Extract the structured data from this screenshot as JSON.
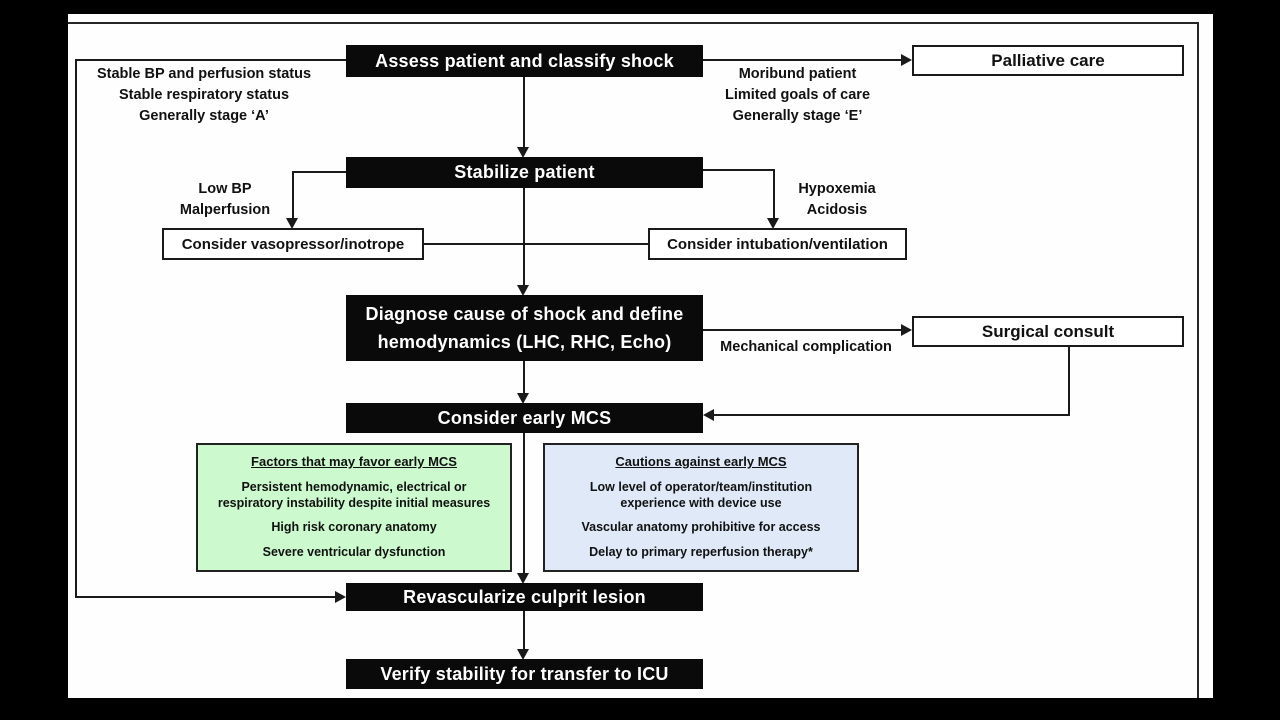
{
  "slide": {
    "colors": {
      "background": "#000000",
      "slide_bg": "#fefefe",
      "node_bg": "#0a0a0a",
      "node_text": "#ffffff",
      "line": "#1a1a1a",
      "favor_panel_bg": "#ccf9cd",
      "caution_panel_bg": "#dfe9f7"
    }
  },
  "nodes": {
    "assess": "Assess patient and classify shock",
    "palliative": "Palliative care",
    "stabilize": "Stabilize patient",
    "vasopressor": "Consider vasopressor/inotrope",
    "intubation": "Consider intubation/ventilation",
    "diagnose_line1": "Diagnose cause of shock and define",
    "diagnose_line2": "hemodynamics (LHC, RHC, Echo)",
    "surgical": "Surgical consult",
    "early_mcs": "Consider early MCS",
    "revascularize": "Revascularize culprit lesion",
    "verify": "Verify stability for transfer to ICU"
  },
  "annotations": {
    "stable": [
      "Stable BP and perfusion status",
      "Stable respiratory status",
      "Generally stage ‘A’"
    ],
    "moribund": [
      "Moribund patient",
      "Limited goals of care",
      "Generally stage ‘E’"
    ],
    "low_bp": [
      "Low BP",
      "Malperfusion"
    ],
    "hypoxemia": [
      "Hypoxemia",
      "Acidosis"
    ],
    "mechanical": "Mechanical complication"
  },
  "panels": {
    "favor": {
      "title": "Factors that may favor early MCS",
      "items": [
        "Persistent hemodynamic, electrical or respiratory instability despite initial measures",
        "High risk coronary anatomy",
        "Severe ventricular dysfunction"
      ]
    },
    "caution": {
      "title": "Cautions against early MCS",
      "items": [
        "Low level of operator/team/institution experience with device use",
        "Vascular anatomy prohibitive for access",
        "Delay to primary reperfusion therapy*"
      ]
    }
  }
}
